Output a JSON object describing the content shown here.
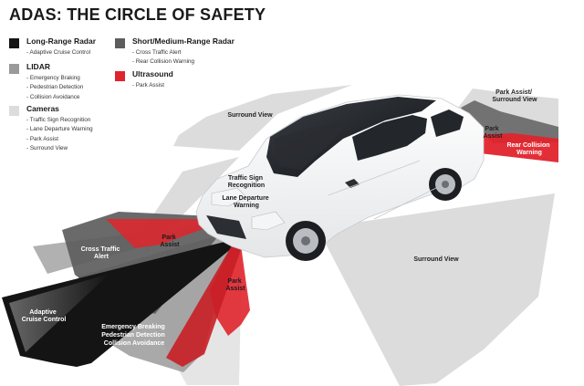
{
  "title": "ADAS: THE CIRCLE OF SAFETY",
  "colors": {
    "long_range_radar": "#141414",
    "short_medium_radar": "#5d5d5d",
    "lidar": "#9a9a9a",
    "cameras": "#dcdcdc",
    "ultrasound": "#e0242c"
  },
  "legend": [
    {
      "name": "Long-Range Radar",
      "color": "#141414",
      "items": [
        "Adaptive Cruise Control"
      ]
    },
    {
      "name": "LIDAR",
      "color": "#9a9a9a",
      "items": [
        "Emergency Braking",
        "Pedestrian Detection",
        "Collision Avoidance"
      ]
    },
    {
      "name": "Cameras",
      "color": "#dcdcdc",
      "items": [
        "Traffic Sign Recognition",
        "Lane Departure Warning",
        "Park Assist",
        "Surround View"
      ]
    },
    {
      "name": "Short/Medium-Range Radar",
      "color": "#5d5d5d",
      "items": [
        "Cross Traffic Alert",
        "Rear Collision Warning"
      ]
    },
    {
      "name": "Ultrasound",
      "color": "#e0242c",
      "items": [
        "Park Assist"
      ]
    }
  ],
  "labels": {
    "surround_view_top": "Surround View",
    "surround_view_bottom": "Surround View",
    "park_assist_surround_view": [
      "Park Assist/",
      "Surround View"
    ],
    "park_assist_rear": [
      "Park",
      "Assist"
    ],
    "rear_collision": [
      "Rear Collision",
      "Warning"
    ],
    "traffic_sign": [
      "Traffic Sign",
      "Recognition"
    ],
    "lane_departure": [
      "Lane Departure",
      "Warning"
    ],
    "park_assist_front": [
      "Park",
      "Assist"
    ],
    "cross_traffic": [
      "Cross Traffic",
      "Alert"
    ],
    "park_assist_side": [
      "Park",
      "Assist"
    ],
    "adaptive_cruise": [
      "Adaptive",
      "Cruise Control"
    ],
    "lidar_front": [
      "Emergency Breaking",
      "Pedestrian Detection",
      "Collision Avoidance"
    ]
  }
}
